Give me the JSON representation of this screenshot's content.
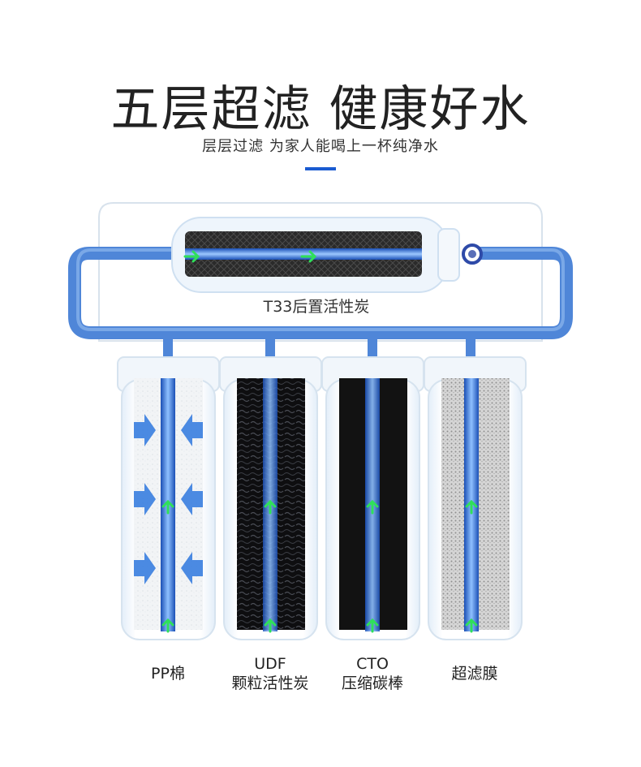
{
  "header": {
    "title": "五层超滤 健康好水",
    "subtitle": "层层过滤 为家人能喝上一杯纯净水"
  },
  "top_filter": {
    "label": "T33后置活性炭"
  },
  "filters": [
    {
      "line1": "PP棉",
      "line2": ""
    },
    {
      "line1": "UDF",
      "line2": "颗粒活性炭"
    },
    {
      "line1": "CTO",
      "line2": "压缩碳棒"
    },
    {
      "line1": "超滤膜",
      "line2": ""
    }
  ],
  "colors": {
    "pipe": "#4f86d8",
    "core": "#2e6fd8",
    "arrow": "#2fe05a",
    "accent": "#1a5bd1",
    "carbon": "#121212"
  },
  "icons": {
    "flow": "arrow-up-green",
    "inflow": "arrow-blue"
  }
}
